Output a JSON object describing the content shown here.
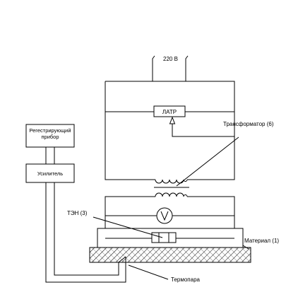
{
  "diagram": {
    "supply_label": "220 В",
    "latr_label": "ЛАТР",
    "transformer_label": "Трансформатор (6)",
    "recorder_label_line1": "Регестрирующий",
    "recorder_label_line2": "прибор",
    "amplifier_label": "Усилитель",
    "heater_label": "ТЭН (3)",
    "material_label": "Материал (1)",
    "thermocouple_label": "Термопара",
    "voltmeter_symbol": "V"
  },
  "colors": {
    "line": "#000000",
    "background": "#ffffff"
  }
}
